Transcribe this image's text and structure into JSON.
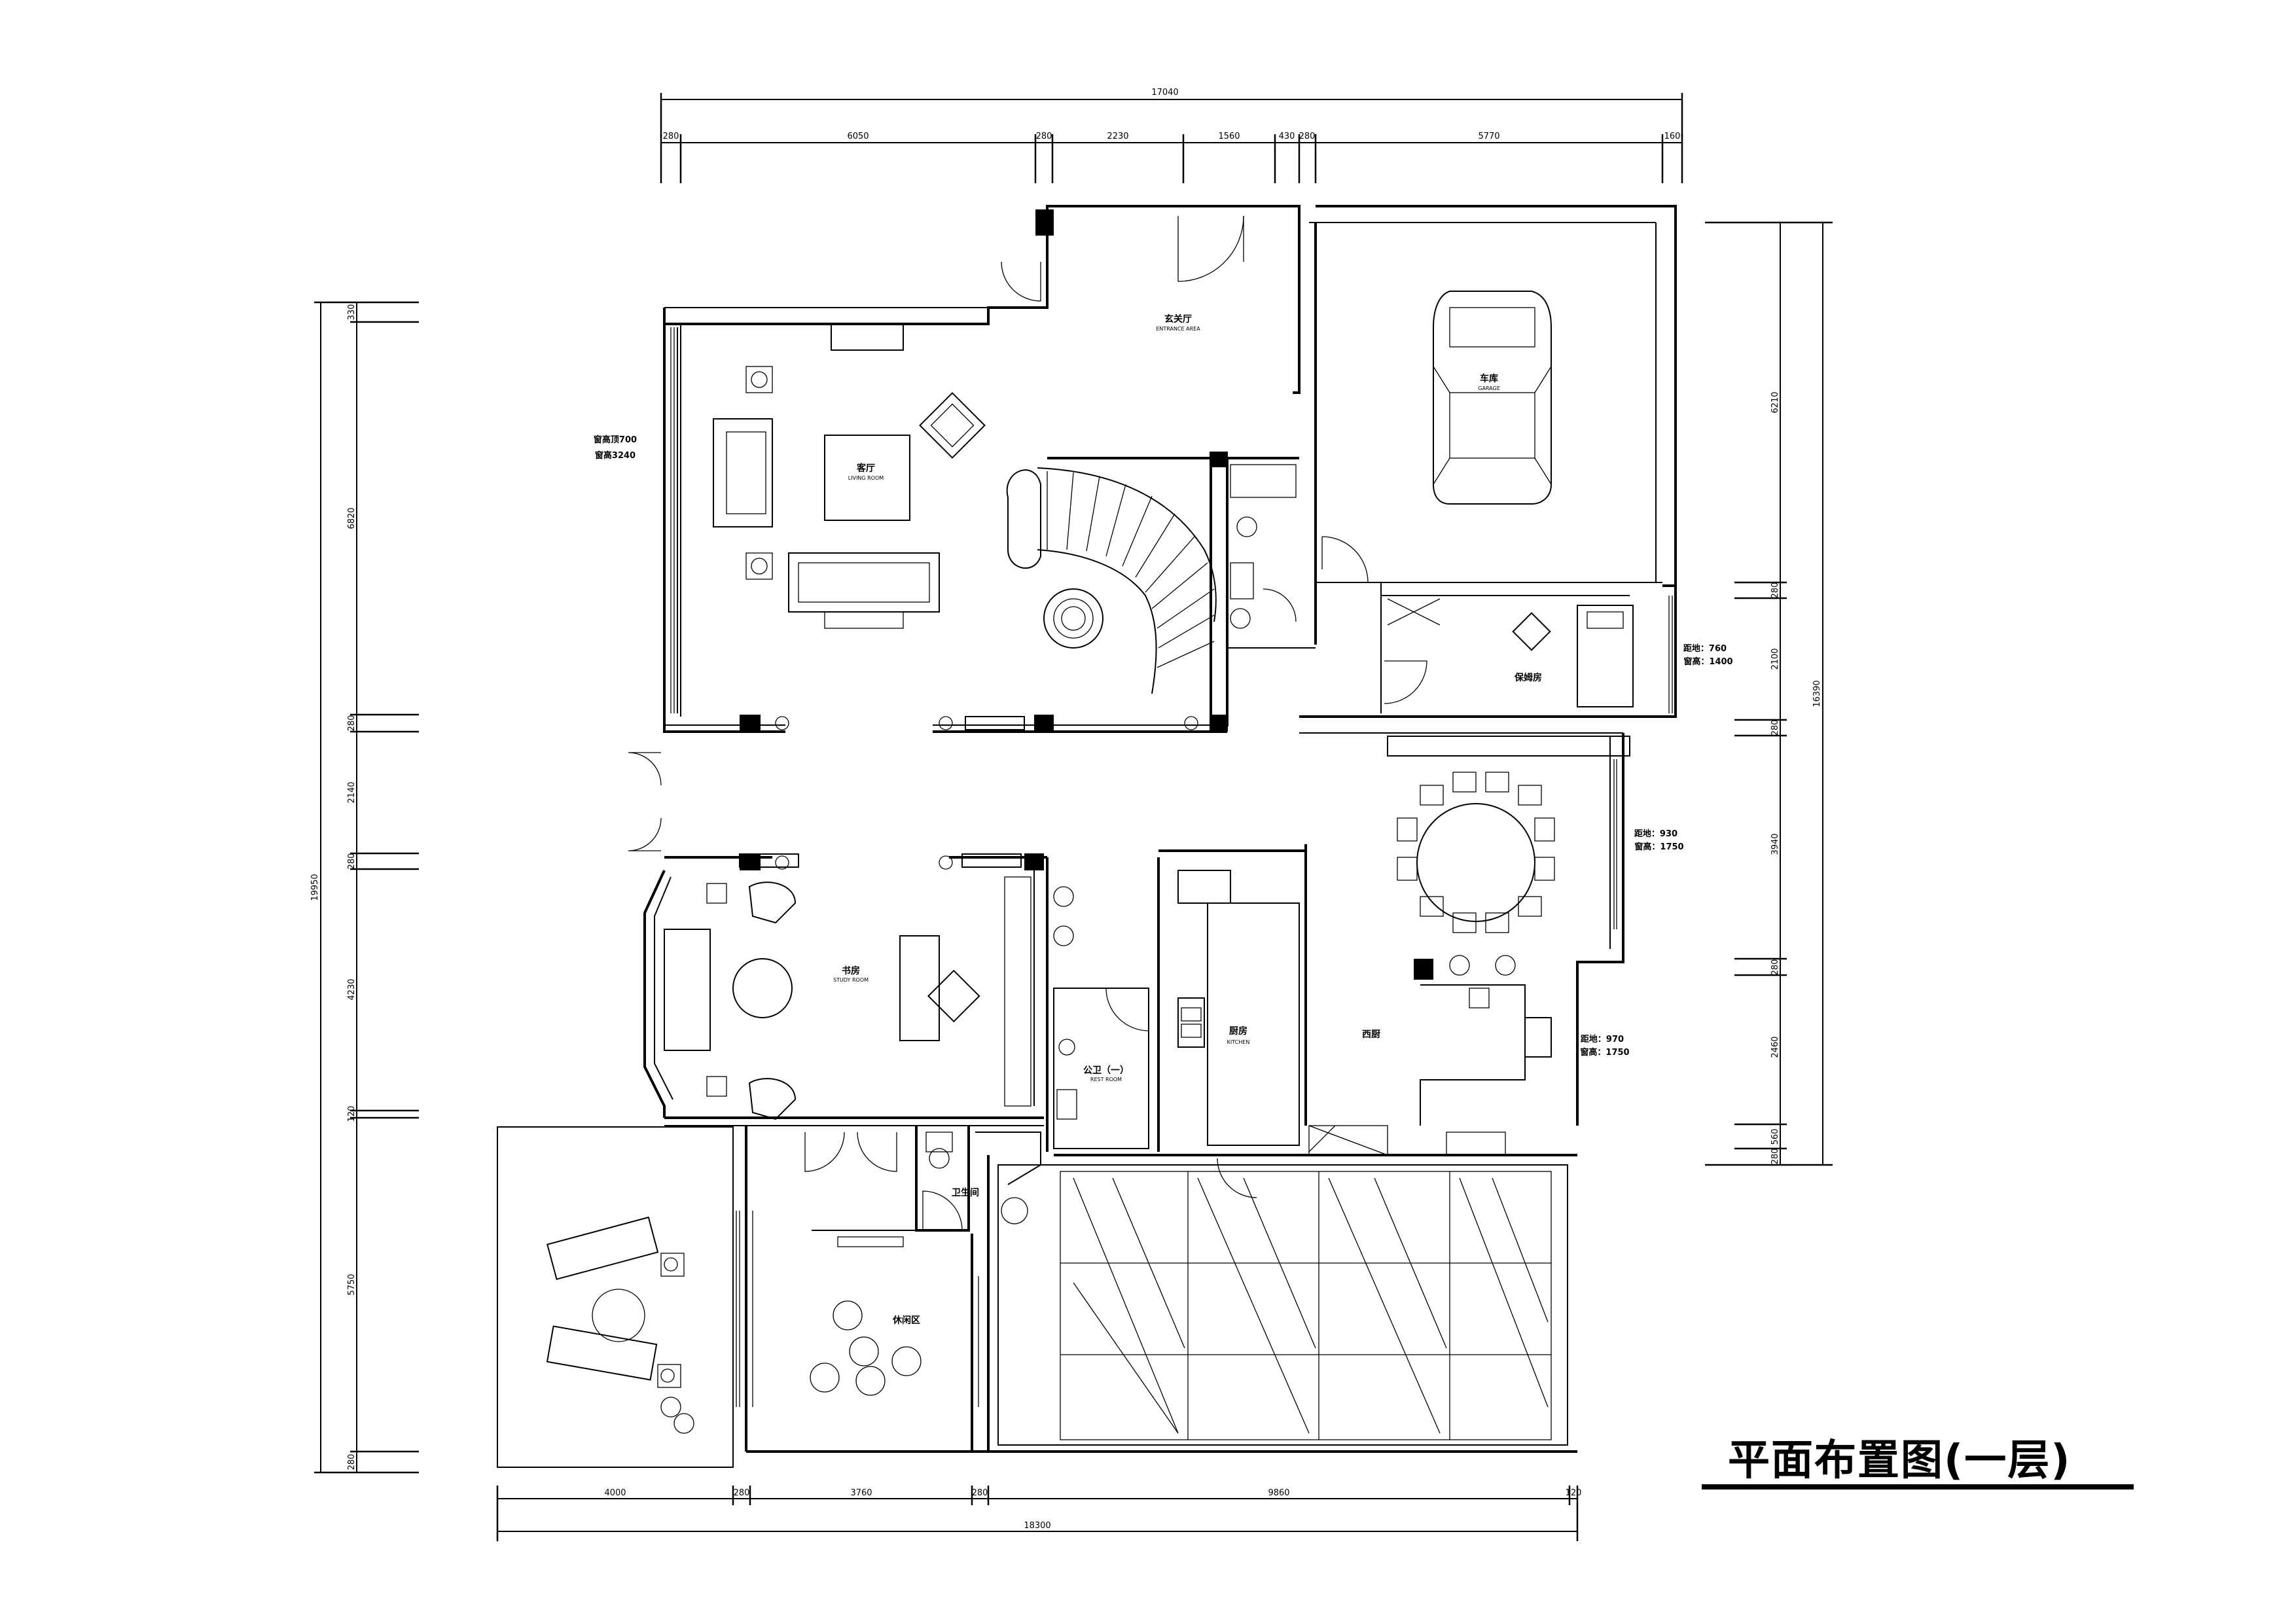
{
  "title": "平面布置图(一层)",
  "dimensions": {
    "top_total": "17040",
    "top_segments": [
      "280",
      "6050",
      "280",
      "2230",
      "1560",
      "430",
      "280",
      "5770",
      "160"
    ],
    "bottom_segments": [
      "4000",
      "280",
      "3760",
      "280",
      "9860",
      "120"
    ],
    "bottom_total": "18300",
    "left_segments": [
      "330",
      "6820",
      "280",
      "2140",
      "280",
      "4230",
      "120",
      "5750",
      "280"
    ],
    "left_total": "19950",
    "right_segments": [
      "6210",
      "280",
      "2100",
      "280",
      "3940",
      "280",
      "2460",
      "560",
      "280"
    ],
    "right_total": "16390"
  },
  "rooms": {
    "entrance": {
      "cn": "玄关厅",
      "en": "ENTRANCE AREA"
    },
    "garage": {
      "cn": "车库",
      "en": "GARAGE"
    },
    "living": {
      "cn": "客厅",
      "en": "LIVING ROOM"
    },
    "maid": {
      "cn": "保姆房"
    },
    "study": {
      "cn": "书房",
      "en": "STUDY ROOM"
    },
    "rest": {
      "cn": "公卫（一）",
      "en": "REST ROOM"
    },
    "kitchen": {
      "cn": "厨房",
      "en": "KITCHEN"
    },
    "western_kitchen": {
      "cn": "西厨"
    },
    "toilet": {
      "cn": "卫生间"
    },
    "leisure": {
      "cn": "休闲区"
    }
  },
  "notes": {
    "window_top_1": "窗高顶700",
    "window_top_2": "窗高3240",
    "maid_win_1": "距地：760",
    "maid_win_2": "窗高：1400",
    "dining_win_1": "距地：930",
    "dining_win_2": "窗高：1750",
    "wk_win_1": "距地：970",
    "wk_win_2": "窗高：1750"
  }
}
